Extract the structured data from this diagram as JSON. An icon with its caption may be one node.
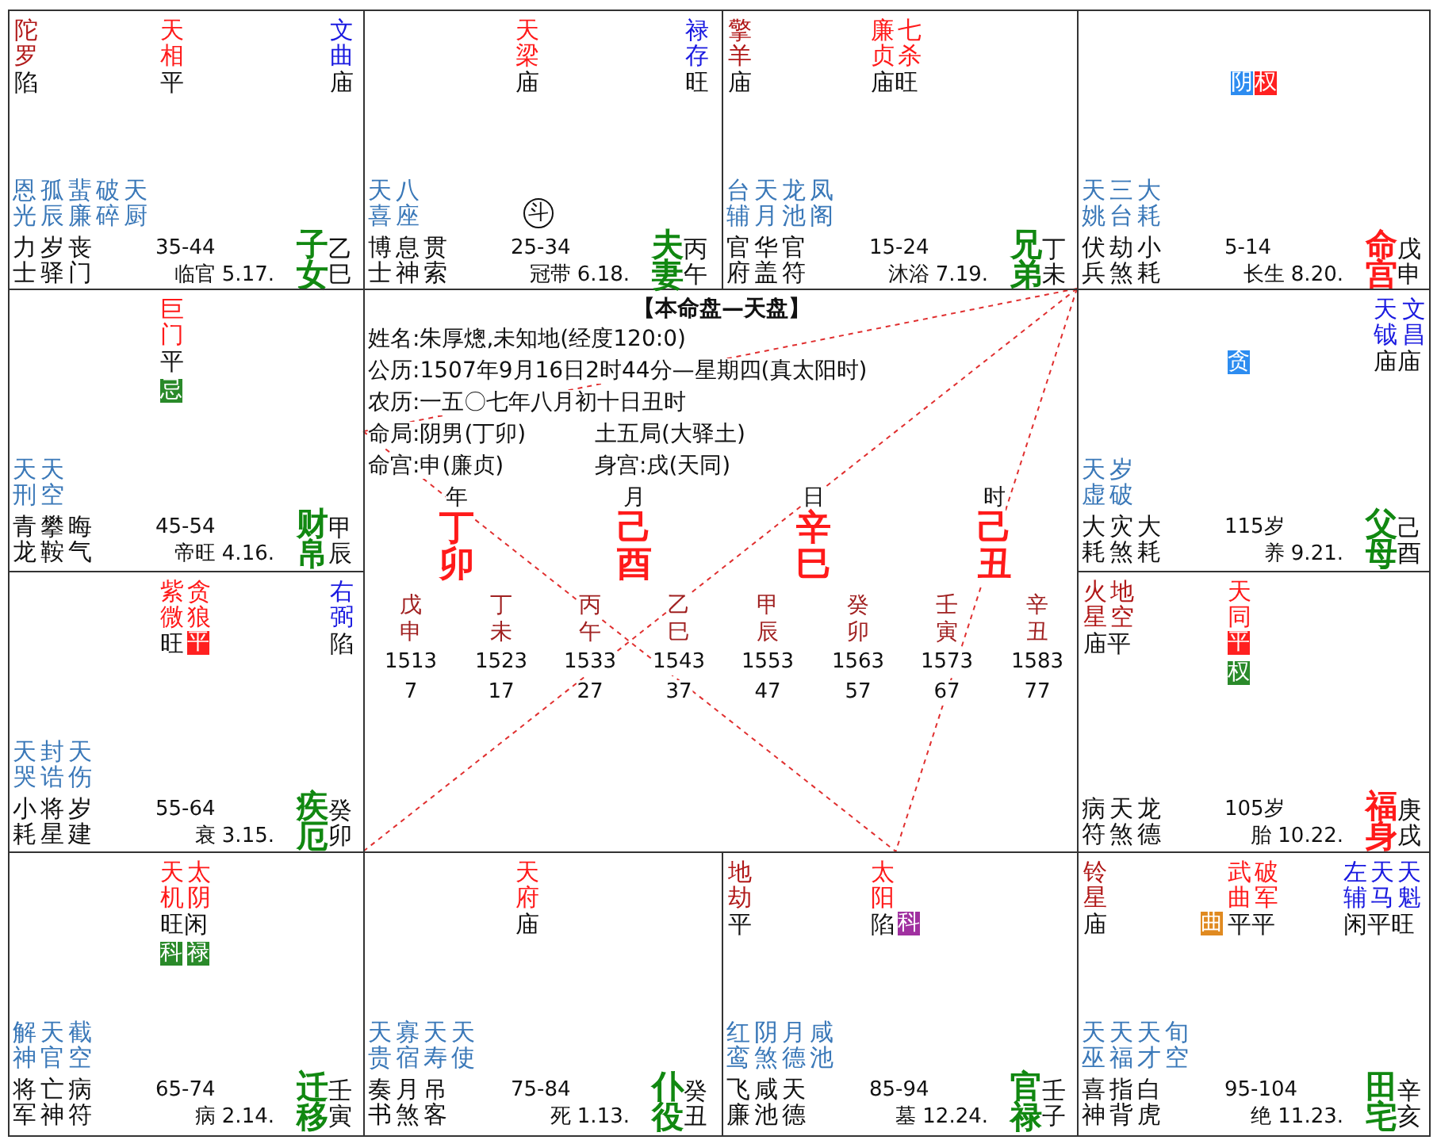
{
  "diagram": {
    "nodes": [
      {
        "text": [
          "陀罗",
          "陷",
          "天相",
          "平",
          "文曲",
          "庙",
          "恩光",
          "孤辰",
          "蜚廉",
          "破碎",
          "天厨",
          "力士",
          "岁驿",
          "丧门",
          "35-44",
          "临官 5.17.",
          "子女",
          "乙巳"
        ]
      },
      {
        "text": [
          "天梁",
          "庙",
          "禄存",
          "旺",
          "天喜",
          "八座",
          "斗",
          "博士",
          "息神",
          "贯索",
          "25-34",
          "冠带 6.18.",
          "夫妻",
          "丙午"
        ]
      },
      {
        "text": [
          "擎羊",
          "庙",
          "廉贞",
          "七杀",
          "庙旺",
          "台辅",
          "天月",
          "龙池",
          "凤阁",
          "官府",
          "华盖",
          "官符",
          "15-24",
          "沐浴 7.19.",
          "兄弟",
          "丁未"
        ]
      },
      {
        "text": [
          "阴",
          "权",
          "天姚",
          "三台",
          "大耗",
          "伏兵",
          "劫煞",
          "小耗",
          "5-14",
          "长生 8.20.",
          "命宫",
          "戊申"
        ]
      },
      {
        "text": [
          "巨门",
          "平",
          "忌",
          "天刑",
          "天空",
          "青龙",
          "攀鞍",
          "晦气",
          "45-54",
          "帝旺 4.16.",
          "财帛",
          "甲辰"
        ]
      },
      {
        "text": [
          "贪",
          "天钺",
          "文昌",
          "庙庙",
          "天虚",
          "岁破",
          "大耗",
          "灾煞",
          "大耗",
          "115岁",
          "养 9.21.",
          "父母",
          "己酉"
        ]
      },
      {
        "text": [
          "紫微",
          "贪狼",
          "旺",
          "平",
          "右弼",
          "陷",
          "天哭",
          "封诰",
          "天伤",
          "小耗",
          "将星",
          "岁建",
          "55-64",
          "衰 3.15.",
          "疾厄",
          "癸卯"
        ]
      },
      {
        "text": [
          "火星",
          "地空",
          "庙平",
          "天同",
          "平",
          "权",
          "病符",
          "天煞",
          "龙德",
          "105岁",
          "胎 10.22.",
          "福身",
          "庚戌"
        ]
      },
      {
        "text": [
          "天机",
          "太阴",
          "旺闲",
          "科",
          "禄",
          "解神",
          "天官",
          "截空",
          "将军",
          "亡神",
          "病符",
          "65-74",
          "病 2.14.",
          "迁移",
          "壬寅"
        ]
      },
      {
        "text": [
          "天府",
          "庙",
          "天贵",
          "寡宿",
          "天寿",
          "天使",
          "奏书",
          "月煞",
          "吊客",
          "75-84",
          "死 1.13.",
          "仆役",
          "癸丑"
        ]
      },
      {
        "text": [
          "地劫",
          "平",
          "太阳",
          "陷",
          "科",
          "红鸾",
          "阴煞",
          "月德",
          "咸池",
          "飞廉",
          "咸池",
          "天德",
          "85-94",
          "墓 12.24.",
          "官禄",
          "壬子"
        ]
      },
      {
        "text": [
          "铃星",
          "庙",
          "曲",
          "武曲",
          "破军",
          "平平",
          "左辅",
          "天马",
          "天魁",
          "闲平旺",
          "天巫",
          "天福",
          "天才",
          "旬空",
          "喜神",
          "指背",
          "白虎",
          "95-104",
          "绝 11.23.",
          "田宅",
          "辛亥"
        ]
      }
    ],
    "edges": [
      {
        "from": 3,
        "to": 4,
        "arrow": "none",
        "style": "dashed",
        "color": "#e03030"
      },
      {
        "from": 3,
        "to": 8,
        "arrow": "none",
        "style": "dashed",
        "color": "#e03030"
      },
      {
        "from": 3,
        "to": 10,
        "arrow": "none",
        "style": "dashed",
        "color": "#e03030"
      },
      {
        "from": 4,
        "to": 10,
        "arrow": "none",
        "style": "dashed",
        "color": "#e03030"
      }
    ],
    "labels": [
      "【本命盘—天盘】",
      "姓名:朱厚熜,未知地(经度120:0)",
      "公历:1507年9月16日2时44分—星期四(真太阳时)",
      "农历:一五〇七年八月初十日丑时",
      "命局:阴男(丁卯)",
      "土五局(大驿土)",
      "命宫:申(廉贞)",
      "身宫:戌(天同)",
      "年",
      "丁卯",
      "月",
      "己酉",
      "日",
      "辛巳",
      "时",
      "己丑",
      "戊申",
      "1513",
      "7",
      "丁未",
      "1523",
      "17",
      "丙午",
      "1533",
      "27",
      "乙巳",
      "1543",
      "37",
      "甲辰",
      "1553",
      "47",
      "癸卯",
      "1563",
      "57",
      "壬寅",
      "1573",
      "67",
      "辛丑",
      "1583",
      "77"
    ]
  }
}
